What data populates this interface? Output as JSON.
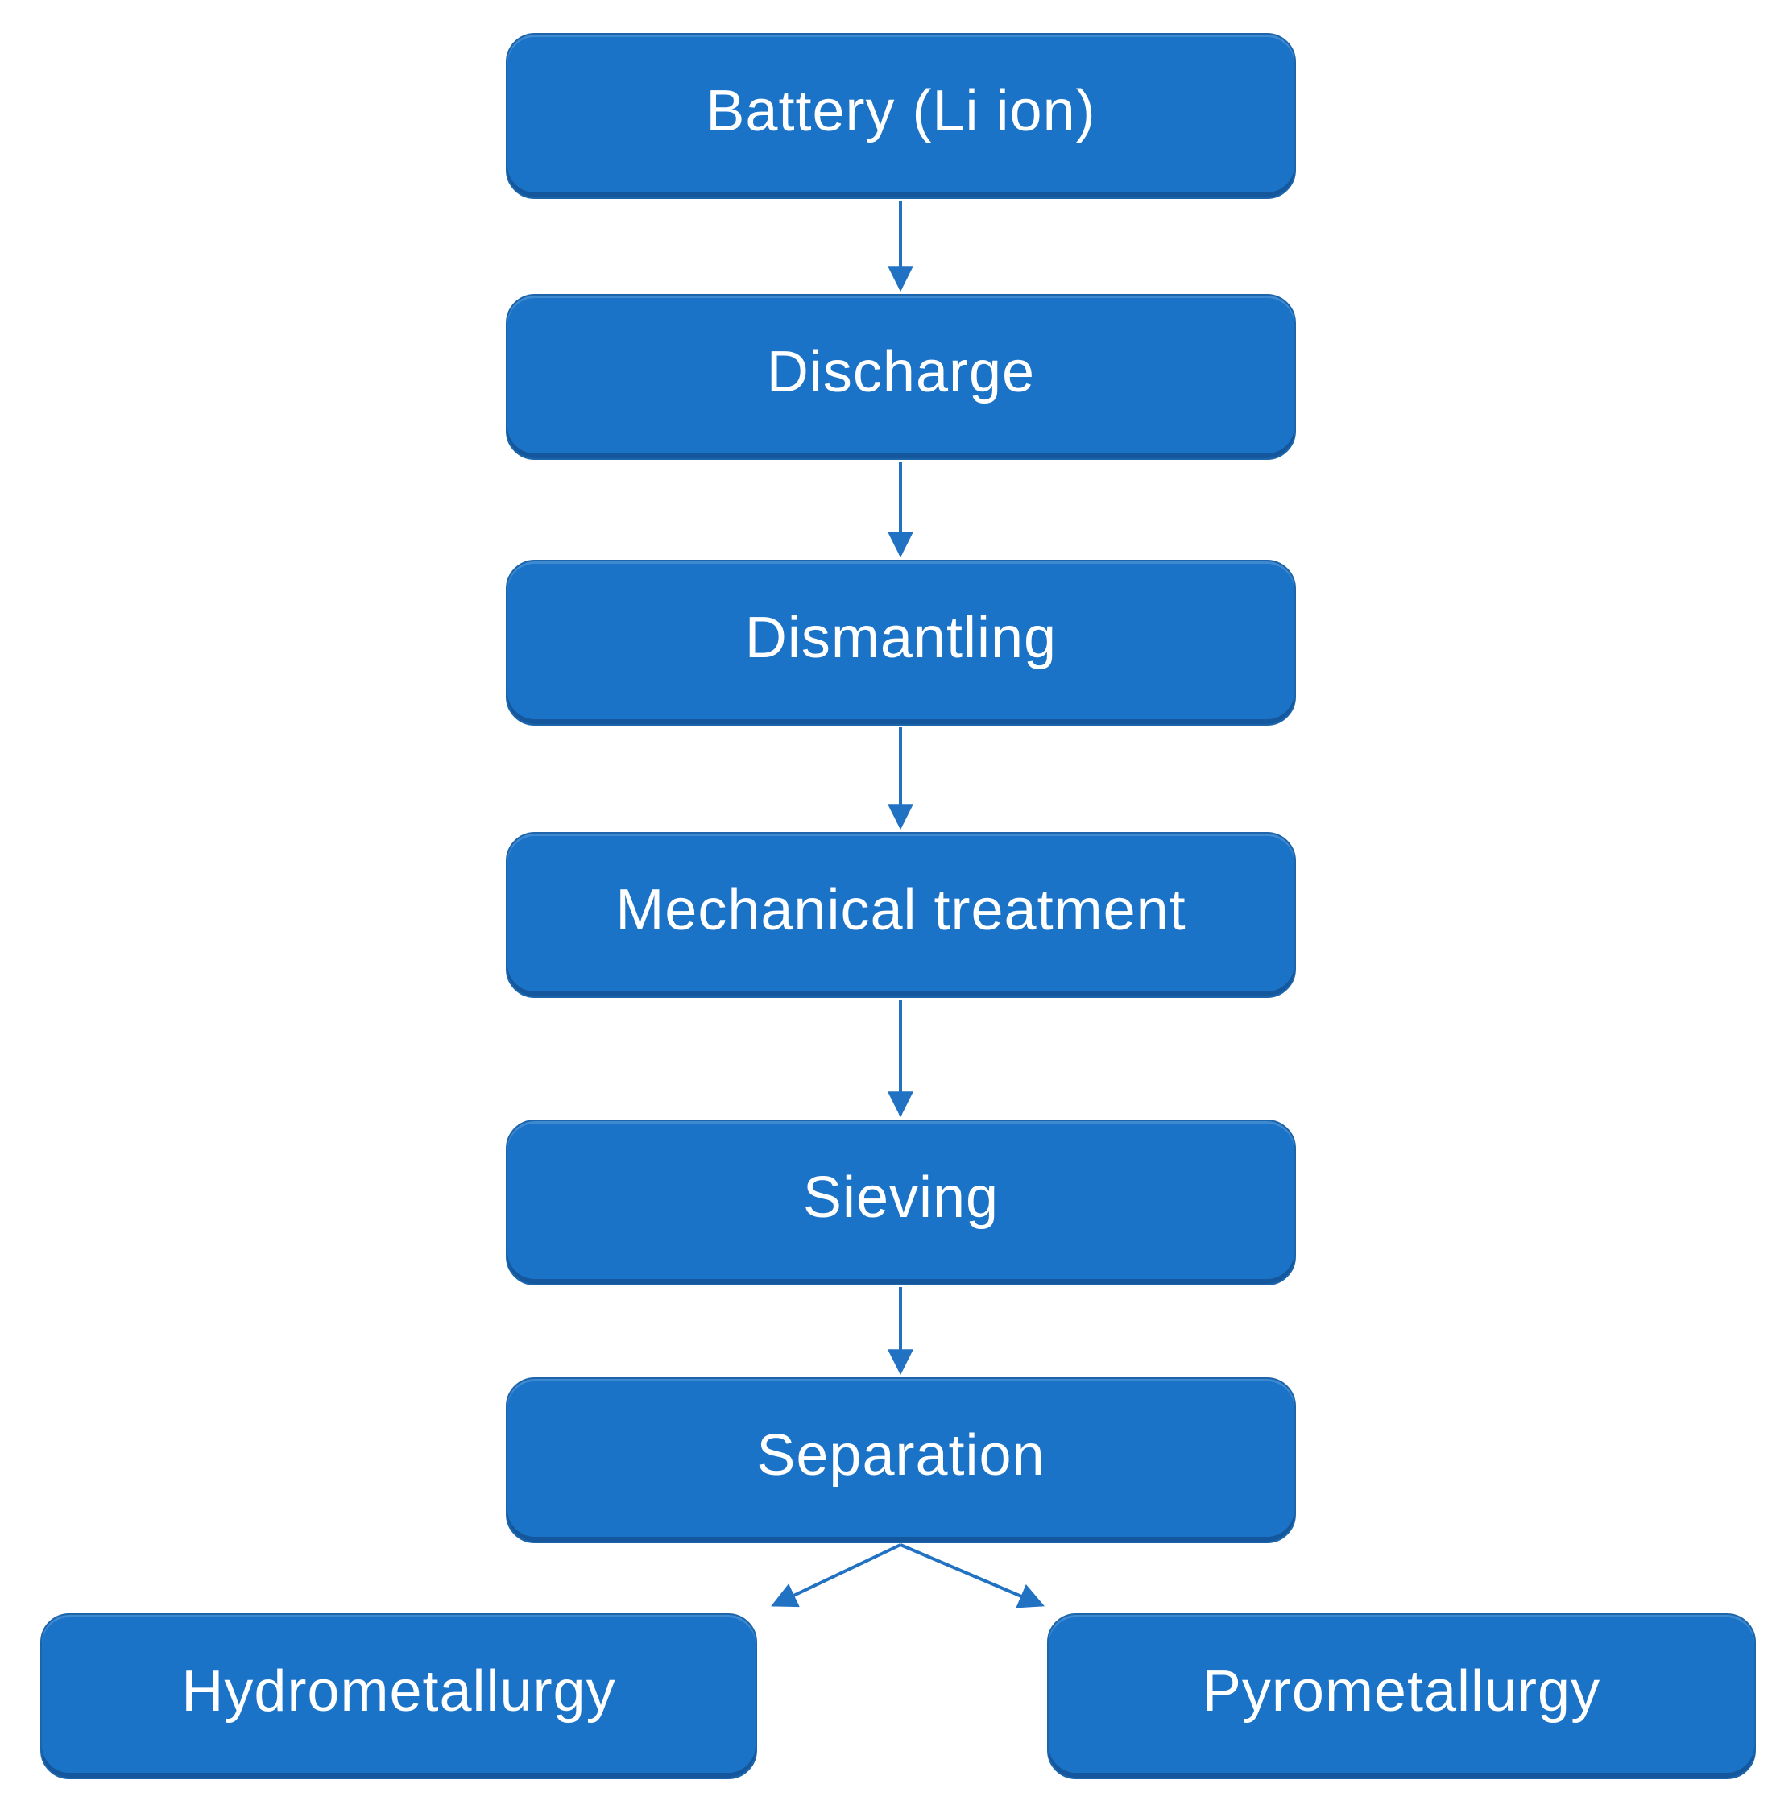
{
  "figure": {
    "type": "flowchart",
    "background_color": "#ffffff",
    "node_fill_color": "#1b73c8",
    "node_border_color": "#1d65ab",
    "arrow_color": "#2272c4",
    "text_color": "#ffffff",
    "nodes": [
      {
        "label": "Battery (Li ion)"
      },
      {
        "label": "Discharge"
      },
      {
        "label": "Dismantling"
      },
      {
        "label": "Mechanical treatment"
      },
      {
        "label": "Sieving"
      },
      {
        "label": "Separation"
      },
      {
        "label": "Hydrometallurgy"
      },
      {
        "label": "Pyrometallurgy"
      }
    ],
    "edges": [
      {
        "from": "Battery (Li ion)",
        "to": "Discharge"
      },
      {
        "from": "Discharge",
        "to": "Dismantling"
      },
      {
        "from": "Dismantling",
        "to": "Mechanical treatment"
      },
      {
        "from": "Mechanical treatment",
        "to": "Sieving"
      },
      {
        "from": "Sieving",
        "to": "Separation"
      },
      {
        "from": "Separation",
        "to": "Hydrometallurgy"
      },
      {
        "from": "Separation",
        "to": "Pyrometallurgy"
      }
    ]
  }
}
